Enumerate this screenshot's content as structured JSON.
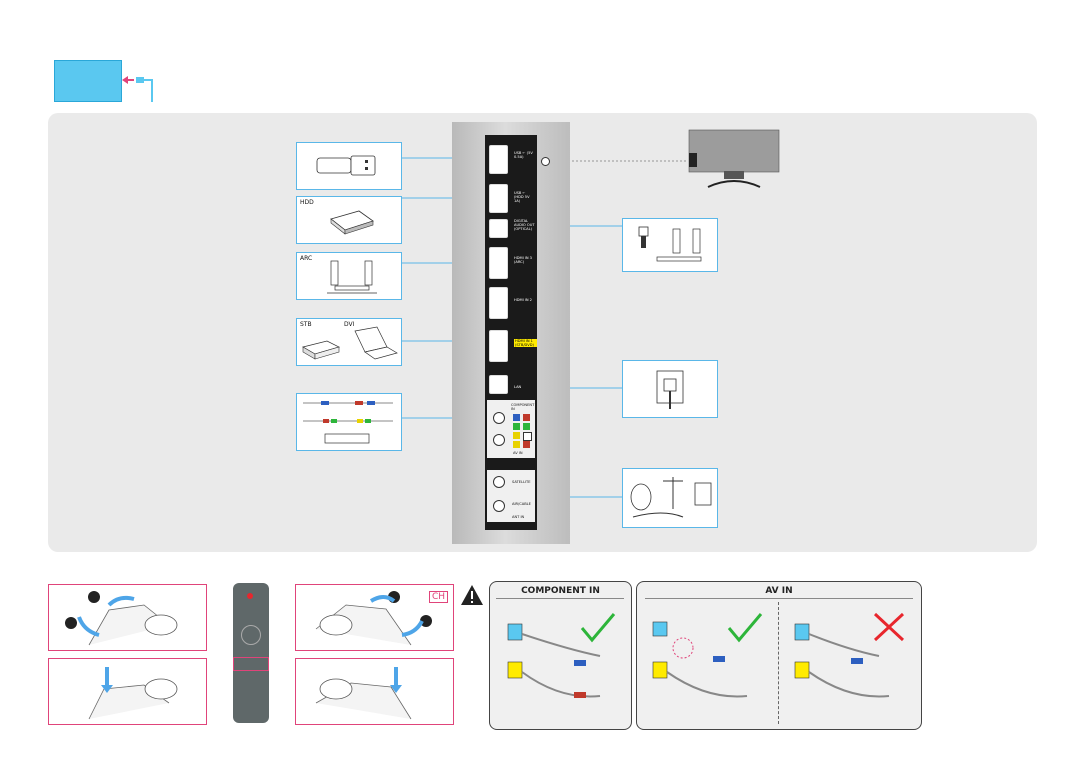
{
  "devices": {
    "hdd_label": "HDD",
    "arc_label": "ARC",
    "stb_label": "STB",
    "dvi_label": "DVI"
  },
  "ports": {
    "usb1": "USB ⇠ (5V 0.5A)",
    "usb2": "USB ⇠ (HDD 5V 1A)",
    "optical": "DIGITAL AUDIO OUT (OPTICAL)",
    "hdmi3": "HDMI IN 3 (ARC)",
    "hdmi2": "HDMI IN 2",
    "hdmi1": "HDMI IN 1 (STB/DVD)",
    "lan": "LAN",
    "component": "COMPONENT IN",
    "avin": "AV IN",
    "satellite": "SATELLITE",
    "air_cable": "AIR/CABLE",
    "ant_in": "ANT IN"
  },
  "remote": {
    "ch_label": "CH"
  },
  "guide": {
    "component_title": "COMPONENT IN",
    "avin_title": "AV IN"
  },
  "colors": {
    "accent_blue": "#5ac8f0",
    "line_blue": "#5ab7e8",
    "pink": "#e0447a",
    "check_green": "#2db53a",
    "cross_red": "#e8262d"
  }
}
